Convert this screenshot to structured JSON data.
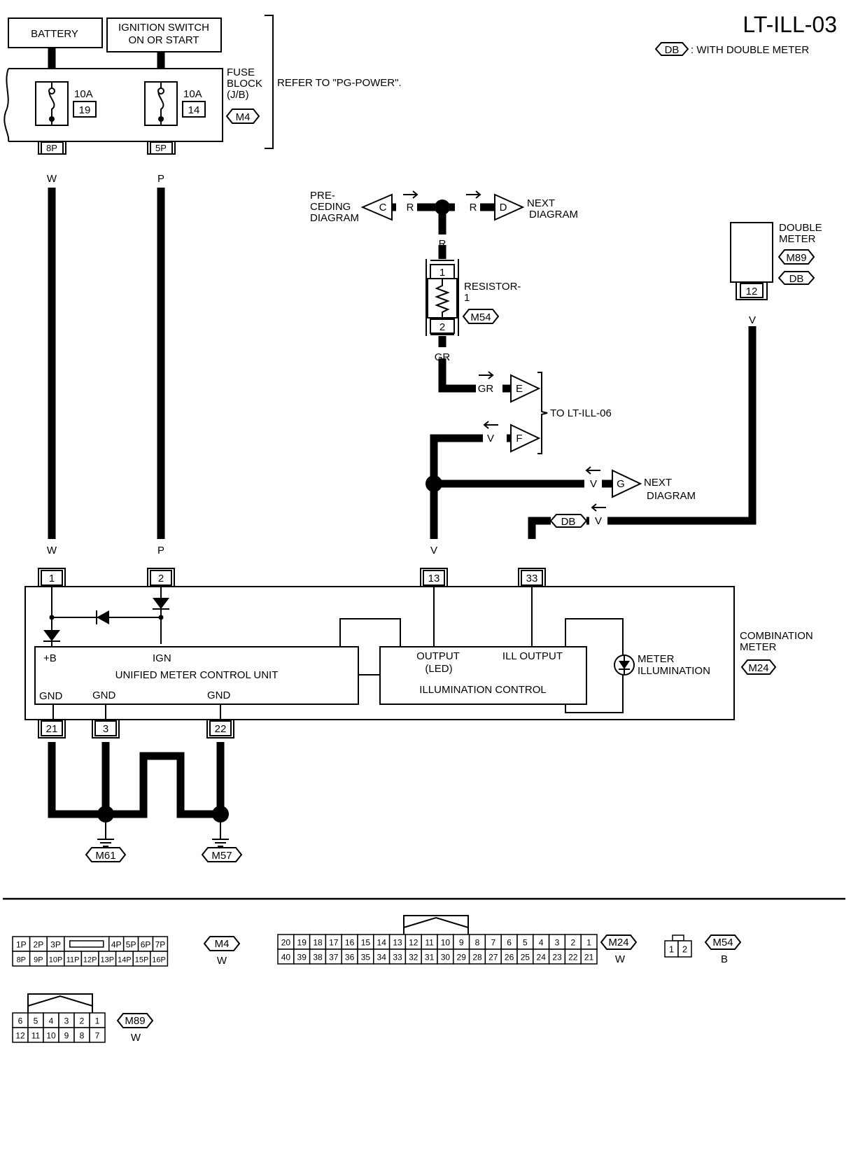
{
  "page_id": "LT-ILL-03",
  "legend": {
    "tag": "DB",
    "text": ": WITH DOUBLE METER"
  },
  "supplies": {
    "battery": "BATTERY",
    "ignition_line1": "IGNITION SWITCH",
    "ignition_line2": "ON OR START"
  },
  "fuse_block": {
    "label_line1": "FUSE",
    "label_line2": "BLOCK",
    "label_line3": "(J/B)",
    "connector": "M4",
    "reference": "REFER TO \"PG-POWER\".",
    "fuses": [
      {
        "amps": "10A",
        "number": "19",
        "terminal": "8P"
      },
      {
        "amps": "10A",
        "number": "14",
        "terminal": "5P"
      }
    ]
  },
  "wires": {
    "battery_color": "W",
    "ignition_color": "P",
    "red": "R",
    "gray_red": "GR",
    "violet": "V",
    "black": "B"
  },
  "offpage": {
    "preceding_line1": "PRE-",
    "preceding_line2": "CEDING",
    "preceding_line3": "DIAGRAM",
    "c": "C",
    "d": "D",
    "next_line1": "NEXT",
    "next_line2": "DIAGRAM",
    "e": "E",
    "f": "F",
    "to_lt": "TO LT-ILL-06",
    "g": "G"
  },
  "resistor": {
    "label_line1": "RESISTOR-",
    "label_line2": "1",
    "connector": "M54",
    "pin1": "1",
    "pin2": "2"
  },
  "double_meter": {
    "label_line1": "DOUBLE",
    "label_line2": "METER",
    "connector": "M89",
    "tag": "DB",
    "pin": "12"
  },
  "combination_meter": {
    "label_line1": "COMBINATION",
    "label_line2": "METER",
    "connector": "M24",
    "pins_top": [
      "1",
      "2",
      "13",
      "33"
    ],
    "pins_bottom": [
      "21",
      "3",
      "22"
    ],
    "umcu": {
      "plus_b": "+B",
      "ign": "IGN",
      "title": "UNIFIED METER CONTROL UNIT",
      "gnd": "GND"
    },
    "illum_control": {
      "output_line1": "OUTPUT",
      "output_line2": "(LED)",
      "ill_output": "ILL OUTPUT",
      "title": "ILLUMINATION CONTROL"
    },
    "meter_illum_line1": "METER",
    "meter_illum_line2": "ILLUMINATION"
  },
  "grounds": {
    "left": "M61",
    "right": "M57"
  },
  "connector_views": {
    "m4": {
      "name": "M4",
      "color": "W",
      "row1_left": [
        "1P",
        "2P",
        "3P"
      ],
      "row1_right": [
        "4P",
        "5P",
        "6P",
        "7P"
      ],
      "row2": [
        "8P",
        "9P",
        "10P",
        "11P",
        "12P",
        "13P",
        "14P",
        "15P",
        "16P"
      ]
    },
    "m24": {
      "name": "M24",
      "color": "W",
      "row1": [
        "20",
        "19",
        "18",
        "17",
        "16",
        "15",
        "14",
        "13",
        "12",
        "11",
        "10",
        "9",
        "8",
        "7",
        "6",
        "5",
        "4",
        "3",
        "2",
        "1"
      ],
      "row2": [
        "40",
        "39",
        "38",
        "37",
        "36",
        "35",
        "34",
        "33",
        "32",
        "31",
        "30",
        "29",
        "28",
        "27",
        "26",
        "25",
        "24",
        "23",
        "22",
        "21"
      ]
    },
    "m54": {
      "name": "M54",
      "color": "B",
      "row1": [
        "1",
        "2"
      ]
    },
    "m89": {
      "name": "M89",
      "color": "W",
      "row1": [
        "6",
        "5",
        "4",
        "3",
        "2",
        "1"
      ],
      "row2": [
        "12",
        "11",
        "10",
        "9",
        "8",
        "7"
      ]
    }
  }
}
